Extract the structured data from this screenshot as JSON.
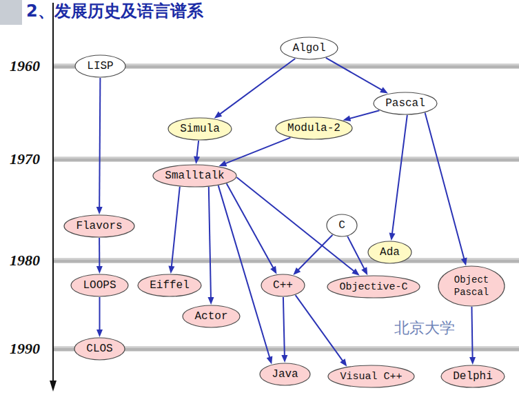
{
  "diagram": {
    "title": "2、发展历史及语言谱系",
    "nodes": [
      {
        "text": [
          "Algol"
        ]
      },
      {
        "text": [
          "LISP"
        ]
      },
      {
        "text": [
          "Pascal"
        ]
      },
      {
        "text": [
          "Simula"
        ]
      },
      {
        "text": [
          "Modula-2"
        ]
      },
      {
        "text": [
          "Smalltalk"
        ]
      },
      {
        "text": [
          "Flavors"
        ]
      },
      {
        "text": [
          "C"
        ]
      },
      {
        "text": [
          "Ada"
        ]
      },
      {
        "text": [
          "LOOPS"
        ]
      },
      {
        "text": [
          "Eiffel"
        ]
      },
      {
        "text": [
          "C++"
        ]
      },
      {
        "text": [
          "Objective-C"
        ]
      },
      {
        "text": [
          "Object Pascal"
        ]
      },
      {
        "text": [
          "Actor"
        ]
      },
      {
        "text": [
          "CLOS"
        ]
      },
      {
        "text": [
          "Java"
        ]
      },
      {
        "text": [
          "Visual C++"
        ]
      },
      {
        "text": [
          "Delphi"
        ]
      }
    ],
    "edges": [
      {
        "from": 0,
        "to": 3,
        "arrow": "to"
      },
      {
        "from": 0,
        "to": 2,
        "arrow": "to"
      },
      {
        "from": 2,
        "to": 4,
        "arrow": "to"
      },
      {
        "from": 1,
        "to": 6,
        "arrow": "to"
      },
      {
        "from": 3,
        "to": 5,
        "arrow": "to"
      },
      {
        "from": 4,
        "to": 5,
        "arrow": "to"
      },
      {
        "from": 5,
        "to": 10,
        "arrow": "to"
      },
      {
        "from": 5,
        "to": 14,
        "arrow": "to"
      },
      {
        "from": 5,
        "to": 16,
        "arrow": "to"
      },
      {
        "from": 5,
        "to": 11,
        "arrow": "to"
      },
      {
        "from": 5,
        "to": 12,
        "arrow": "to"
      },
      {
        "from": 7,
        "to": 11,
        "arrow": "to"
      },
      {
        "from": 7,
        "to": 12,
        "arrow": "to"
      },
      {
        "from": 2,
        "to": 8,
        "arrow": "to"
      },
      {
        "from": 2,
        "to": 13,
        "arrow": "to"
      },
      {
        "from": 6,
        "to": 9,
        "arrow": "to"
      },
      {
        "from": 9,
        "to": 15,
        "arrow": "to"
      },
      {
        "from": 11,
        "to": 16,
        "arrow": "to"
      },
      {
        "from": 11,
        "to": 17,
        "arrow": "to"
      },
      {
        "from": 13,
        "to": 18,
        "arrow": "to"
      }
    ],
    "labels": [
      "1960",
      "1970",
      "1980",
      "1990",
      "北京大学"
    ]
  }
}
